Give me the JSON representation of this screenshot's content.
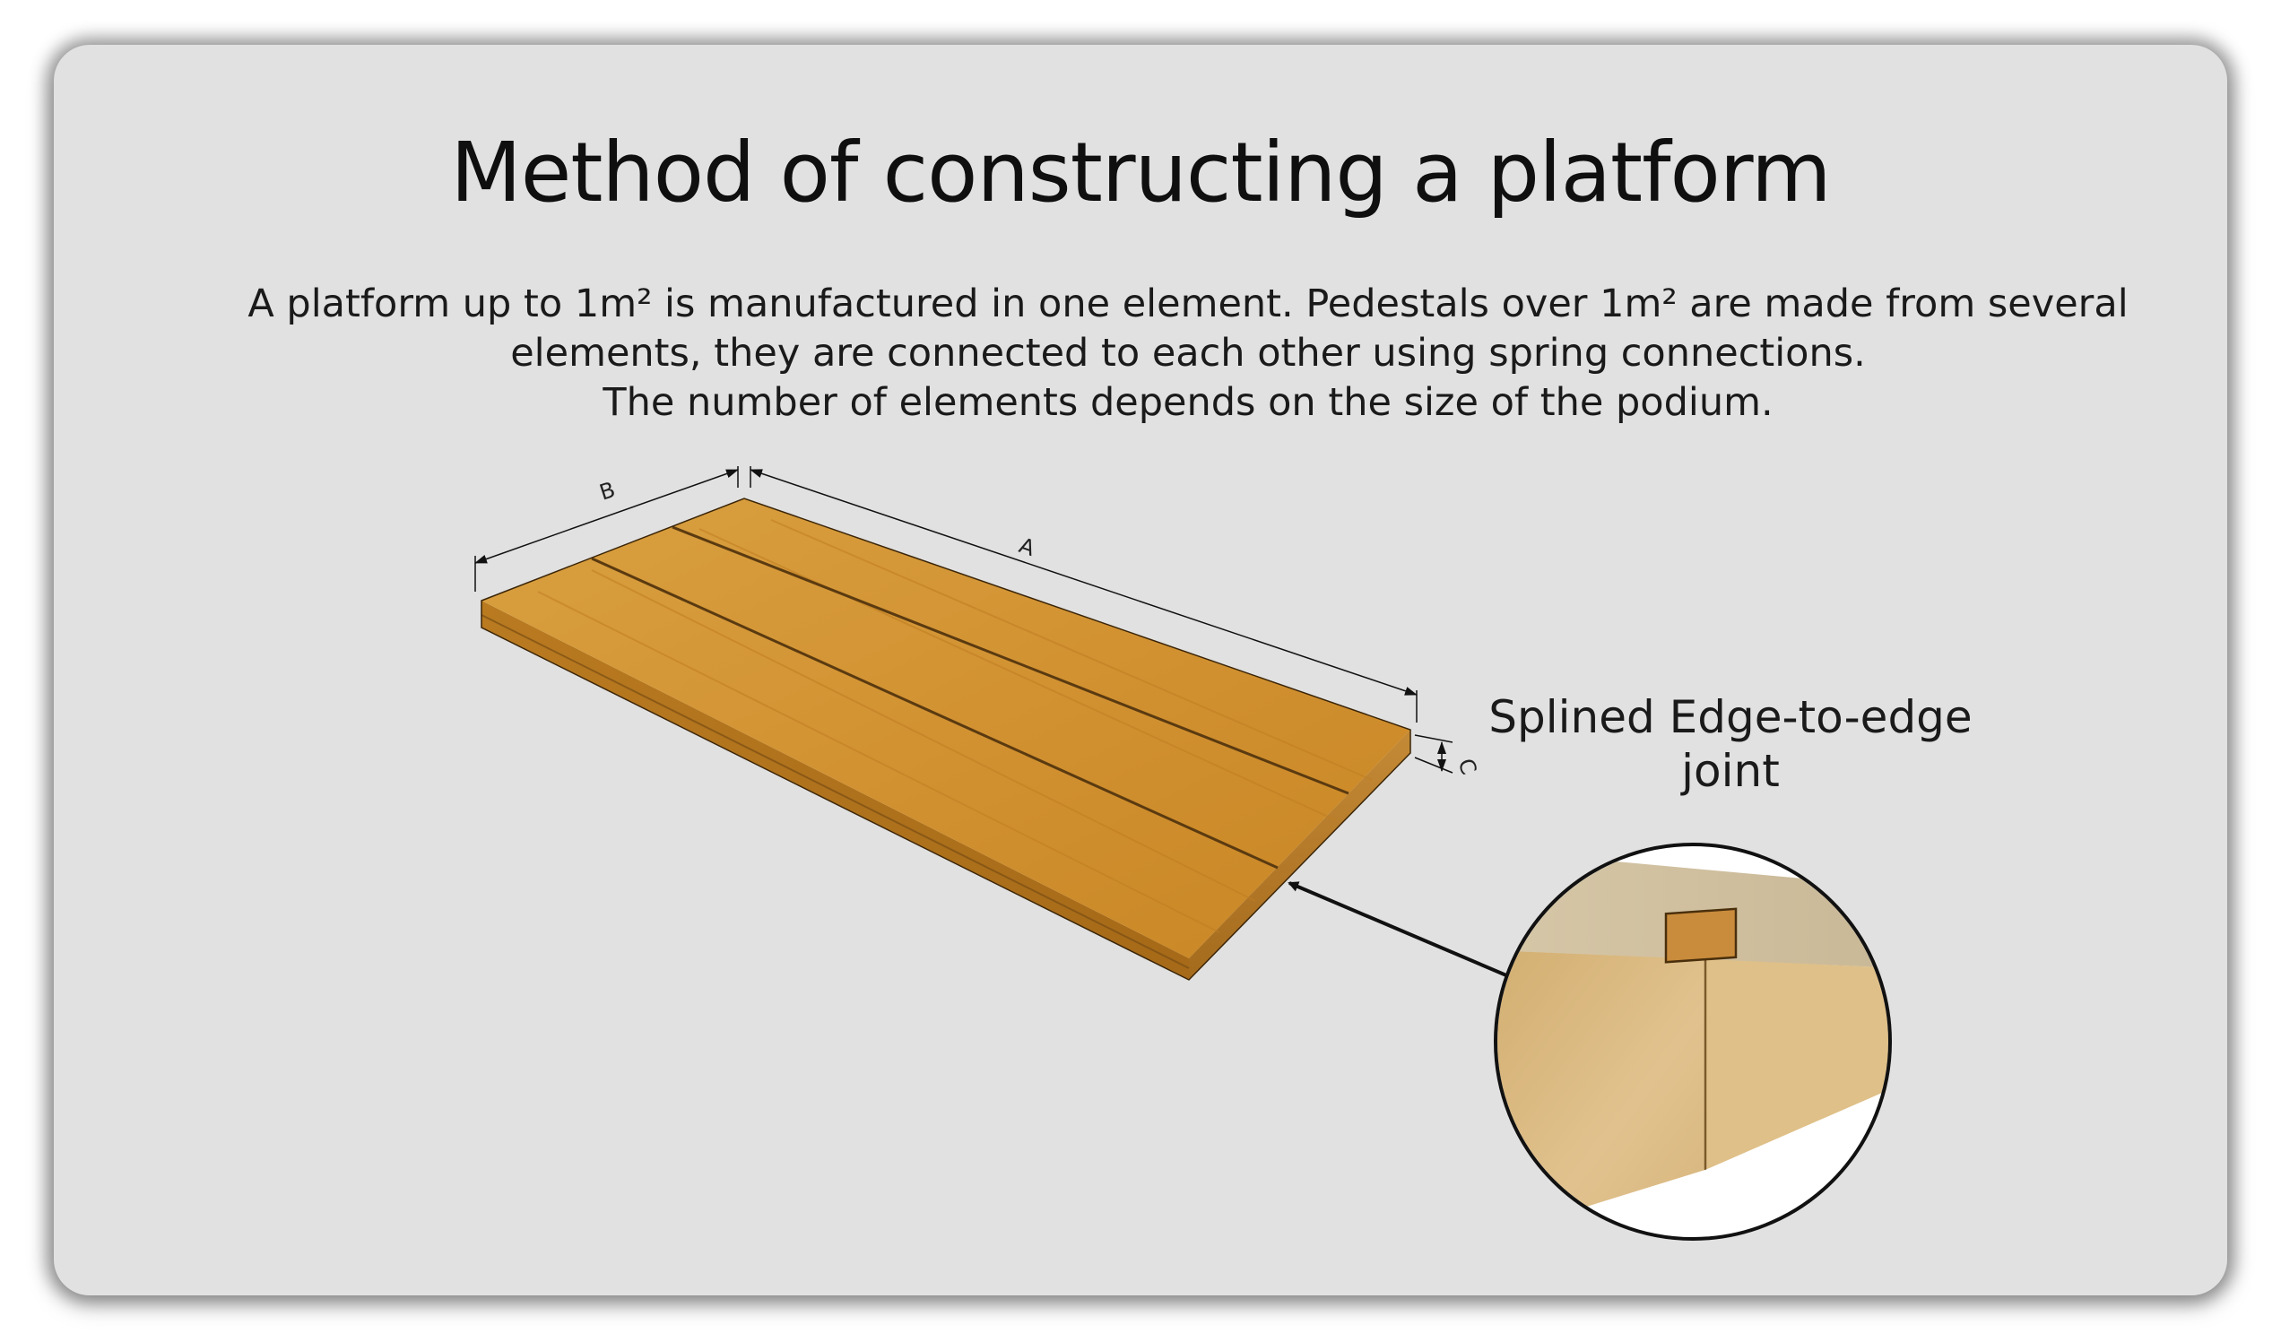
{
  "title": "Method of constructing a platform",
  "description": {
    "line1": "A platform up to 1m² is manufactured in one element. Pedestals over 1m² are made from several",
    "line2": "elements, they are connected to each other using spring connections.",
    "line3": "The number of elements depends on the size of the podium."
  },
  "dimensions": {
    "a": "A",
    "b": "B",
    "c": "C"
  },
  "joint": {
    "line1": "Splined Edge-to-edge",
    "line2": "joint"
  },
  "colors": {
    "background": "#e1e1e1",
    "wood_top": "#d4952f",
    "wood_side": "#b9781e",
    "spline": "#c9904a"
  }
}
